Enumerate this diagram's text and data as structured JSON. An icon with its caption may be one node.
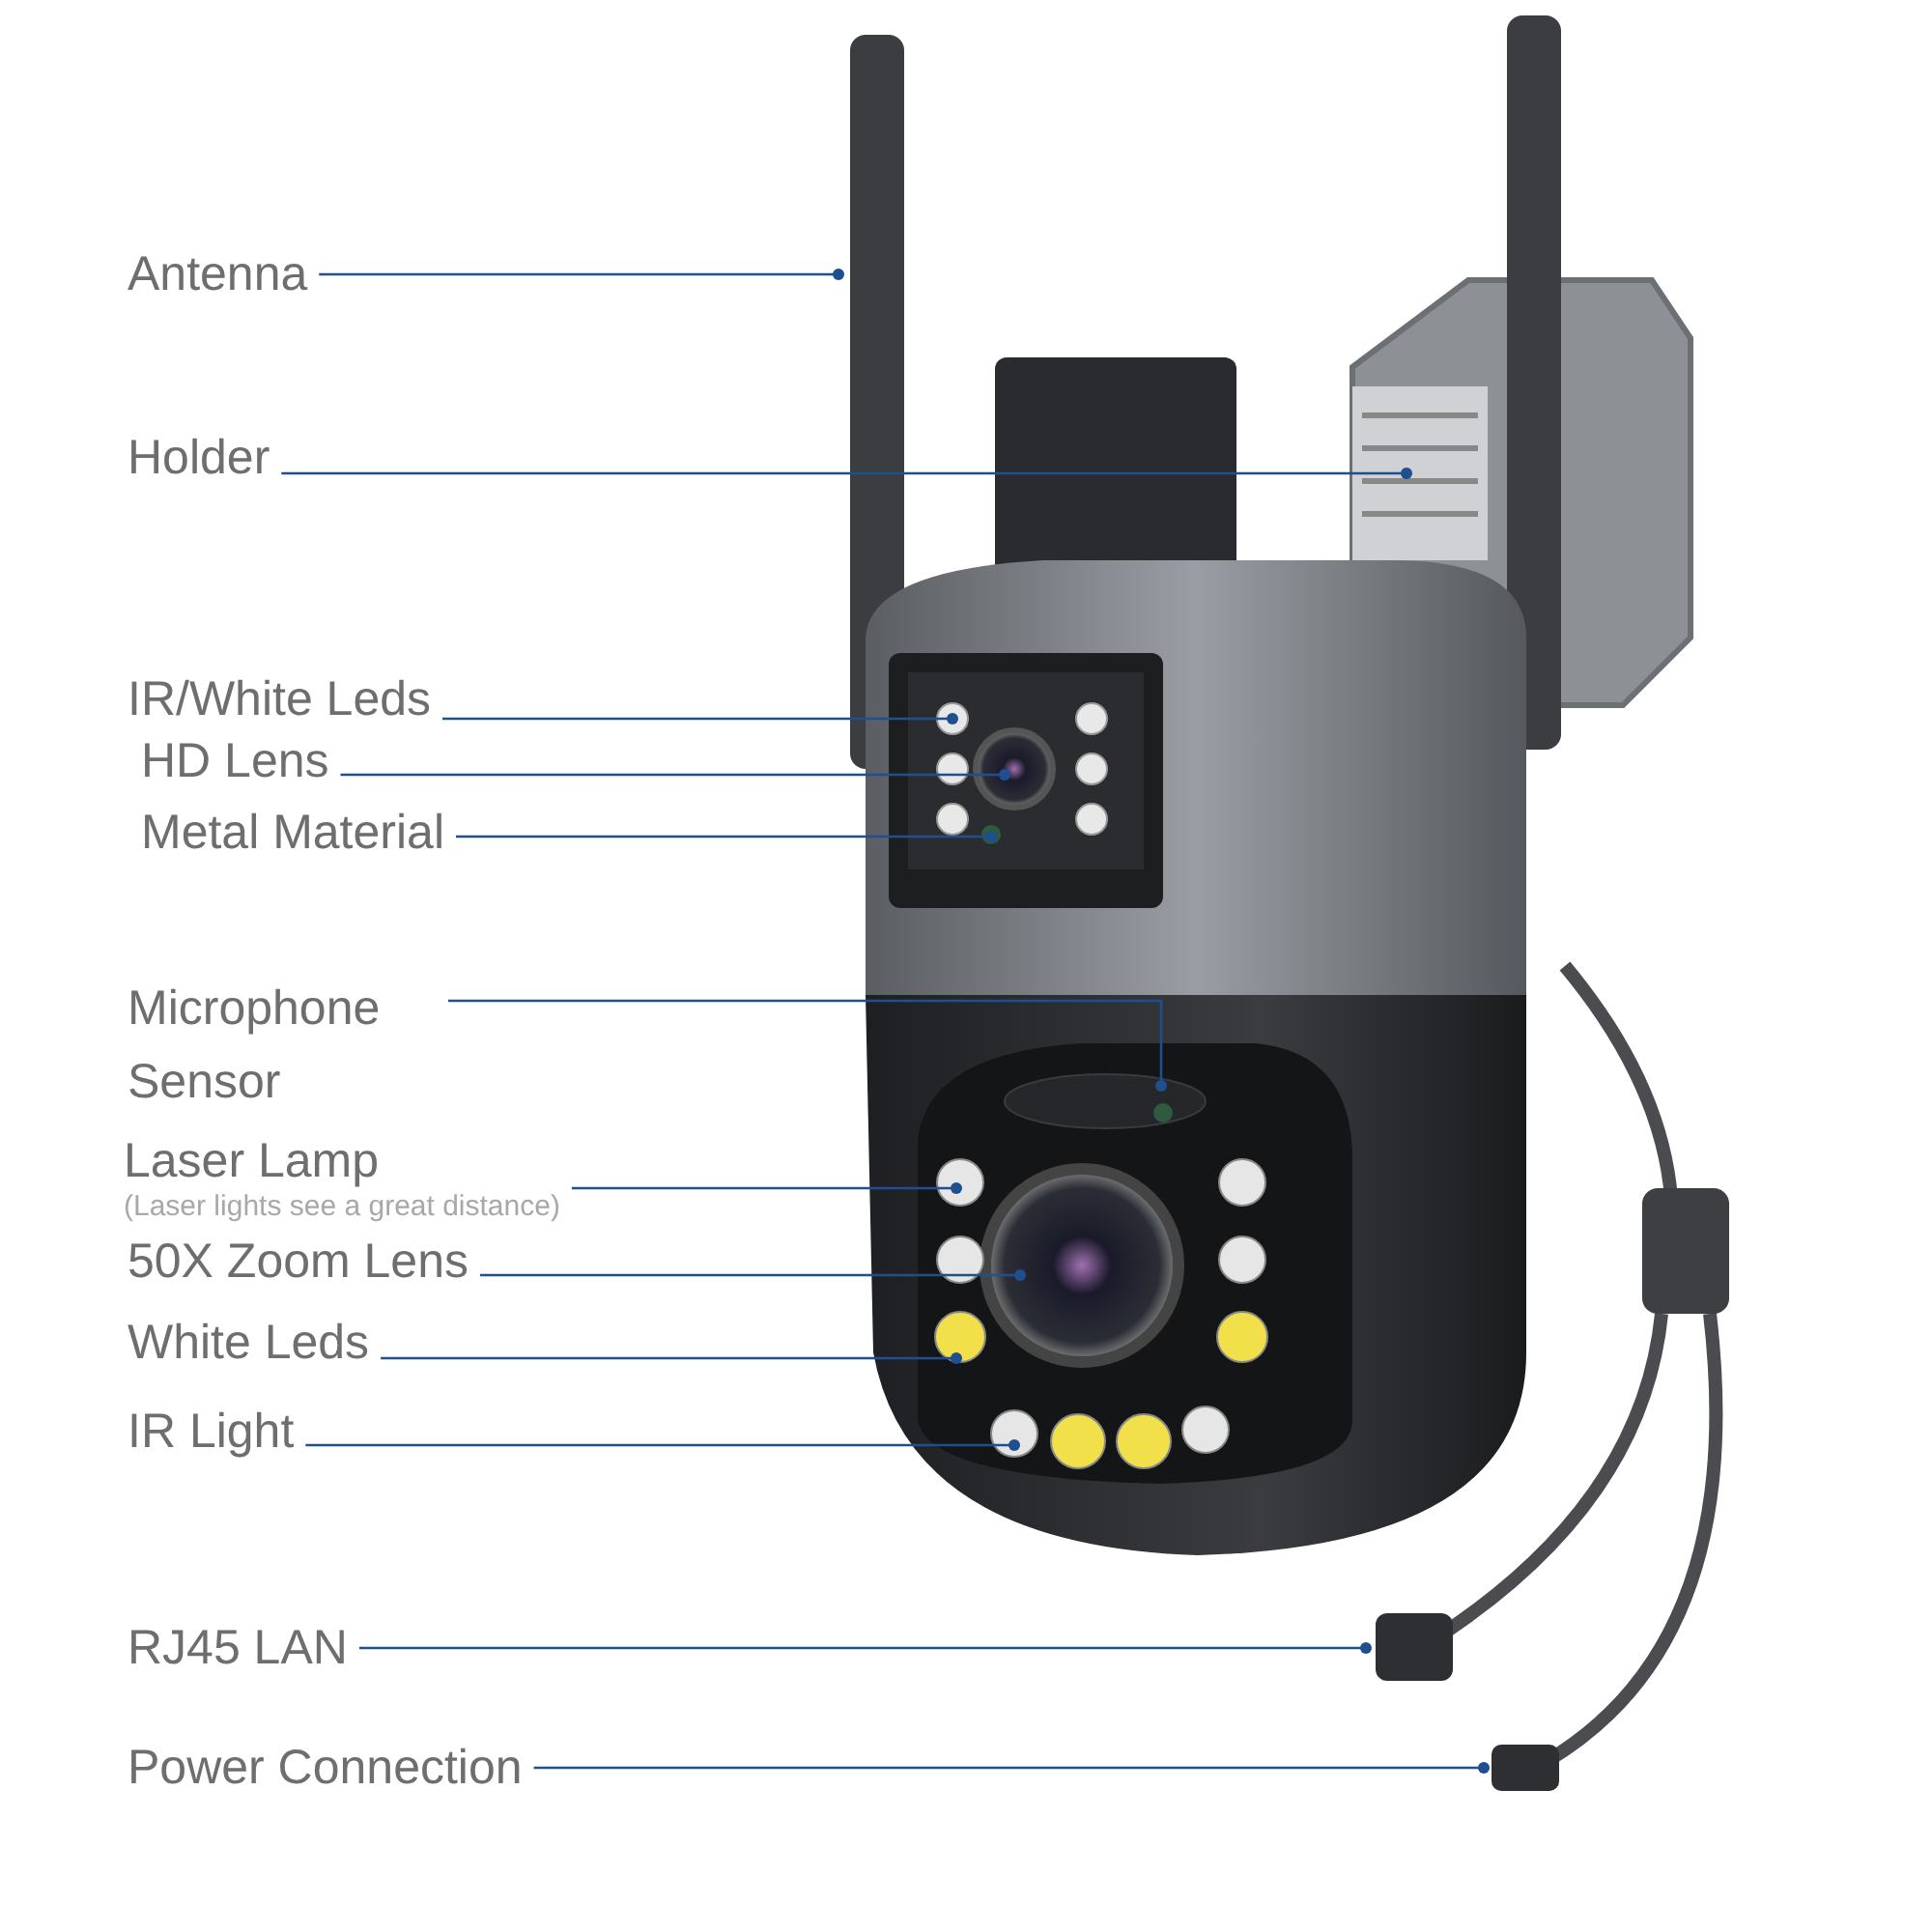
{
  "diagram": {
    "nodes": [
      {
        "text": [
          "Antenna"
        ]
      },
      {
        "text": [
          "Holder"
        ]
      },
      {
        "text": [
          "IR/White Leds"
        ]
      },
      {
        "text": [
          "HD Lens"
        ]
      },
      {
        "text": [
          "Metal Material"
        ]
      },
      {
        "text": [
          "Microphone Sensor"
        ]
      },
      {
        "text": [
          "Laser Lamp",
          "(Laser lights see a great distance)"
        ]
      },
      {
        "text": [
          "50X Zoom Lens"
        ]
      },
      {
        "text": [
          "White Leds"
        ]
      },
      {
        "text": [
          "IR Light"
        ]
      },
      {
        "text": [
          "RJ45 LAN"
        ]
      },
      {
        "text": [
          "Power Connection"
        ]
      }
    ],
    "edges": [
      {
        "from": 0,
        "to": null,
        "arrow": "other"
      },
      {
        "from": 1,
        "to": null,
        "arrow": "other"
      },
      {
        "from": 2,
        "to": null,
        "arrow": "other"
      },
      {
        "from": 3,
        "to": null,
        "arrow": "other"
      },
      {
        "from": 4,
        "to": null,
        "arrow": "other"
      },
      {
        "from": 5,
        "to": null,
        "arrow": "other"
      },
      {
        "from": 6,
        "to": null,
        "arrow": "other"
      },
      {
        "from": 7,
        "to": null,
        "arrow": "other"
      },
      {
        "from": 8,
        "to": null,
        "arrow": "other"
      },
      {
        "from": 9,
        "to": null,
        "arrow": "other"
      },
      {
        "from": 10,
        "to": null,
        "arrow": "other"
      },
      {
        "from": 11,
        "to": null,
        "arrow": "other"
      }
    ]
  }
}
